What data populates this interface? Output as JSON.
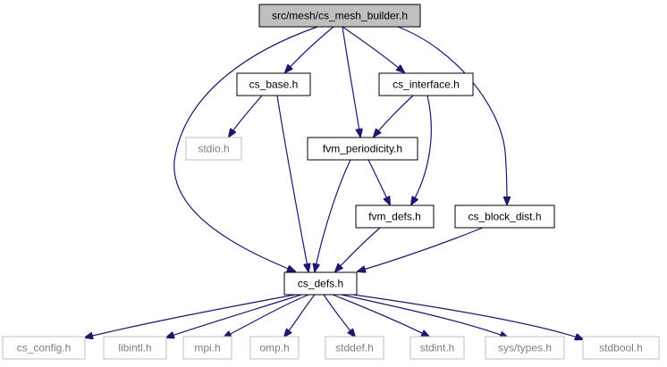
{
  "graph": {
    "nodes": {
      "root": {
        "label": "src/mesh/cs_mesh_builder.h",
        "fill": "#bfbfbf",
        "stroke": "#000000",
        "text": "#000000"
      },
      "cs_base": {
        "label": "cs_base.h",
        "fill": "#ffffff",
        "stroke": "#000000",
        "text": "#000000"
      },
      "cs_interface": {
        "label": "cs_interface.h",
        "fill": "#ffffff",
        "stroke": "#000000",
        "text": "#000000"
      },
      "stdio": {
        "label": "stdio.h",
        "fill": "#ffffff",
        "stroke": "#bfbfbf",
        "text": "#7f7f7f"
      },
      "fvm_periodicity": {
        "label": "fvm_periodicity.h",
        "fill": "#ffffff",
        "stroke": "#000000",
        "text": "#000000"
      },
      "fvm_defs": {
        "label": "fvm_defs.h",
        "fill": "#ffffff",
        "stroke": "#000000",
        "text": "#000000"
      },
      "cs_block_dist": {
        "label": "cs_block_dist.h",
        "fill": "#ffffff",
        "stroke": "#000000",
        "text": "#000000"
      },
      "cs_defs": {
        "label": "cs_defs.h",
        "fill": "#ffffff",
        "stroke": "#000000",
        "text": "#000000"
      },
      "cs_config": {
        "label": "cs_config.h",
        "fill": "#ffffff",
        "stroke": "#bfbfbf",
        "text": "#7f7f7f"
      },
      "libintl": {
        "label": "libintl.h",
        "fill": "#ffffff",
        "stroke": "#bfbfbf",
        "text": "#7f7f7f"
      },
      "mpi": {
        "label": "mpi.h",
        "fill": "#ffffff",
        "stroke": "#bfbfbf",
        "text": "#7f7f7f"
      },
      "omp": {
        "label": "omp.h",
        "fill": "#ffffff",
        "stroke": "#bfbfbf",
        "text": "#7f7f7f"
      },
      "stddef": {
        "label": "stddef.h",
        "fill": "#ffffff",
        "stroke": "#bfbfbf",
        "text": "#7f7f7f"
      },
      "stdint": {
        "label": "stdint.h",
        "fill": "#ffffff",
        "stroke": "#bfbfbf",
        "text": "#7f7f7f"
      },
      "sys_types": {
        "label": "sys/types.h",
        "fill": "#ffffff",
        "stroke": "#bfbfbf",
        "text": "#7f7f7f"
      },
      "stdbool": {
        "label": "stdbool.h",
        "fill": "#ffffff",
        "stroke": "#bfbfbf",
        "text": "#7f7f7f"
      }
    },
    "edges": [
      {
        "from": "root",
        "to": "cs_base"
      },
      {
        "from": "root",
        "to": "cs_interface"
      },
      {
        "from": "root",
        "to": "fvm_periodicity"
      },
      {
        "from": "root",
        "to": "cs_block_dist"
      },
      {
        "from": "root",
        "to": "cs_defs"
      },
      {
        "from": "cs_base",
        "to": "stdio"
      },
      {
        "from": "cs_base",
        "to": "cs_defs"
      },
      {
        "from": "cs_interface",
        "to": "fvm_periodicity"
      },
      {
        "from": "cs_interface",
        "to": "fvm_defs"
      },
      {
        "from": "fvm_periodicity",
        "to": "fvm_defs"
      },
      {
        "from": "fvm_periodicity",
        "to": "cs_defs"
      },
      {
        "from": "fvm_defs",
        "to": "cs_defs"
      },
      {
        "from": "cs_block_dist",
        "to": "cs_defs"
      },
      {
        "from": "cs_defs",
        "to": "cs_config"
      },
      {
        "from": "cs_defs",
        "to": "libintl"
      },
      {
        "from": "cs_defs",
        "to": "mpi"
      },
      {
        "from": "cs_defs",
        "to": "omp"
      },
      {
        "from": "cs_defs",
        "to": "stddef"
      },
      {
        "from": "cs_defs",
        "to": "stdint"
      },
      {
        "from": "cs_defs",
        "to": "sys_types"
      },
      {
        "from": "cs_defs",
        "to": "stdbool"
      }
    ],
    "edge_color": "#191970"
  }
}
